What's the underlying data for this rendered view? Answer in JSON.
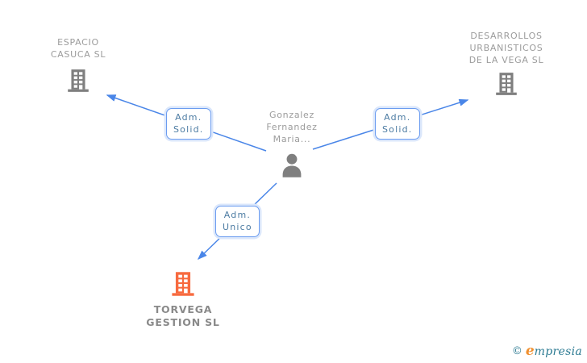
{
  "diagram": {
    "person": {
      "lines": [
        "Gonzalez",
        "Fernandez",
        "Maria..."
      ]
    },
    "companies": {
      "espacio": {
        "lines": [
          "ESPACIO",
          "CASUCA SL"
        ]
      },
      "desarrollos": {
        "lines": [
          "DESARROLLOS",
          "URBANISTICOS",
          "DE LA VEGA SL"
        ]
      },
      "torvega": {
        "lines": [
          "TORVEGA",
          "GESTION SL"
        ]
      }
    },
    "edges": {
      "left": {
        "lines": [
          "Adm.",
          "Solid."
        ]
      },
      "right": {
        "lines": [
          "Adm.",
          "Solid."
        ]
      },
      "bottom": {
        "lines": [
          "Adm.",
          "Unico"
        ]
      }
    }
  },
  "footer": {
    "copyright": "©",
    "brand_initial": "e",
    "brand_rest": "mpresia"
  },
  "colors": {
    "edge_blue": "#4a86e8",
    "edge_box_border": "#6b9cf0",
    "edge_box_text": "#4d7ca3",
    "icon_gray": "#7f7f7f",
    "icon_orange": "#f76a3f",
    "text_gray": "#9c9c9c",
    "brand_teal": "#2b7a92",
    "brand_orange": "#f09030"
  }
}
